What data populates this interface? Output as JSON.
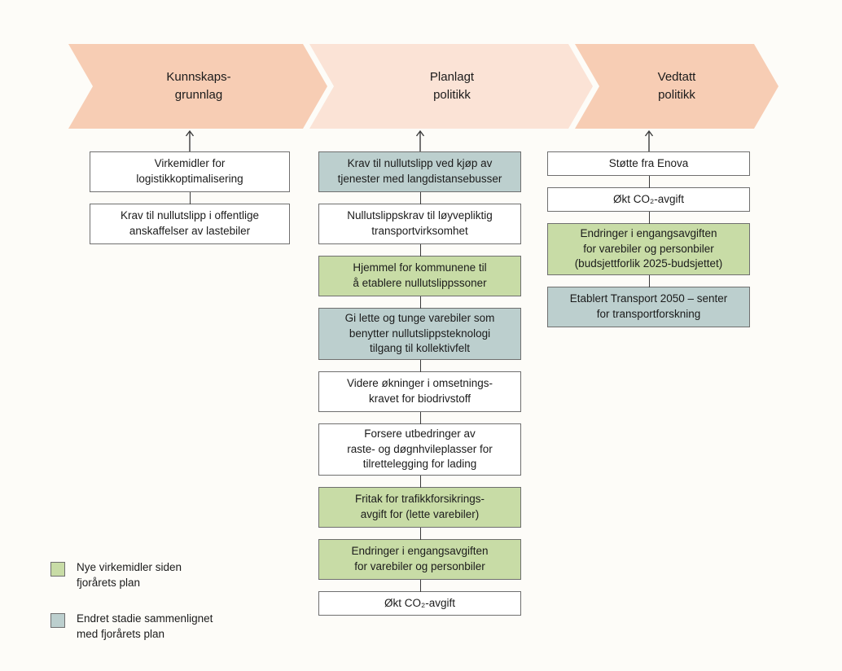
{
  "banner": {
    "segments": [
      {
        "label": "Kunnskaps-\ngrunnlag",
        "color": "#F7CDB4"
      },
      {
        "label": "Planlagt\npolitikk",
        "color": "#FBE3D6"
      },
      {
        "label": "Vedtatt\npolitikk",
        "color": "#F7CDB4"
      }
    ]
  },
  "colors": {
    "background": "#FDFCF8",
    "banner_dark": "#F7CDB4",
    "banner_light": "#FBE3D6",
    "new_measure_green": "#C8DCA6",
    "changed_stage_blue": "#BCCFCE",
    "box_border": "#6F6F6F",
    "box_white": "#FFFFFF"
  },
  "columns": [
    {
      "id": "kunnskapsgrunnlag",
      "nodes": [
        {
          "text": "Virkemidler for\nlogistikkoptimalisering",
          "status": "none",
          "lines": 2
        },
        {
          "text": "Krav til nullutslipp i offentlige\nanskaffelser av lastebiler",
          "status": "none",
          "lines": 2
        }
      ]
    },
    {
      "id": "planlagt-politikk",
      "nodes": [
        {
          "text": "Krav til nullutslipp ved kjøp av\ntjenester med langdistansebusser",
          "status": "changed",
          "lines": 2
        },
        {
          "text": "Nullutslippskrav til løyvepliktig\ntransportvirksomhet",
          "status": "none",
          "lines": 2
        },
        {
          "text": "Hjemmel for kommunene til\nå etablere nullutslippssoner",
          "status": "new",
          "lines": 2
        },
        {
          "text": "Gi lette og tunge varebiler som\nbenytter nullutslippsteknologi\ntilgang til kollektivfelt",
          "status": "changed",
          "lines": 3
        },
        {
          "text": "Videre økninger i omsetnings-\nkravet for biodrivstoff",
          "status": "none",
          "lines": 2
        },
        {
          "text": "Forsere utbedringer av\nraste- og døgnhvileplasser for\ntilrettelegging for lading",
          "status": "none",
          "lines": 3
        },
        {
          "text": "Fritak for trafikkforsikrings-\navgift for (lette varebiler)",
          "status": "new",
          "lines": 2
        },
        {
          "text": "Endringer i engangsavgiften\nfor varebiler og personbiler",
          "status": "new",
          "lines": 2
        },
        {
          "text": "Økt CO₂-avgift",
          "status": "none",
          "lines": 1
        }
      ]
    },
    {
      "id": "vedtatt-politikk",
      "nodes": [
        {
          "text": "Støtte fra Enova",
          "status": "none",
          "lines": 1
        },
        {
          "text": "Økt CO₂-avgift",
          "status": "none",
          "lines": 1
        },
        {
          "text": "Endringer i engangsavgiften\nfor varebiler og personbiler\n(budsjettforlik 2025-budsjettet)",
          "status": "new",
          "lines": 3
        },
        {
          "text": "Etablert Transport 2050 – senter\nfor transportforskning",
          "status": "changed",
          "lines": 2
        }
      ]
    }
  ],
  "legend": [
    {
      "swatch": "green",
      "text": "Nye virkemidler siden\nfjorårets plan"
    },
    {
      "swatch": "blue",
      "text": "Endret stadie sammenlignet\nmed fjorårets plan"
    }
  ]
}
